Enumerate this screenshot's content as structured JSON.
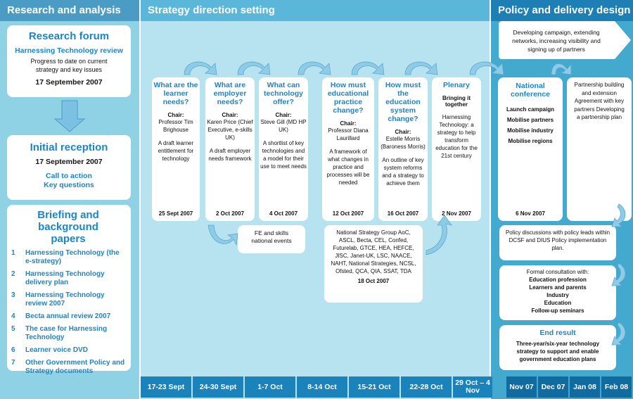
{
  "columns": {
    "research": "Research and analysis",
    "strategy": "Strategy direction setting",
    "policy": "Policy and delivery design"
  },
  "research_forum": {
    "title": "Research forum",
    "subtitle": "Harnessing Technology review",
    "text": "Progress to date on current strategy and key issues",
    "date": "17 September 2007"
  },
  "initial_reception": {
    "title": "Initial reception",
    "date": "17 September 2007",
    "line1": "Call to action",
    "line2": "Key questions"
  },
  "briefing": {
    "title": "Briefing and background papers",
    "items": [
      {
        "num": "1",
        "text": "Harnessing Technology (the e-strategy)"
      },
      {
        "num": "2",
        "text": "Harnessing Technology delivery plan"
      },
      {
        "num": "3",
        "text": "Harnessing Technology review 2007"
      },
      {
        "num": "4",
        "text": "Becta annual review 2007"
      },
      {
        "num": "5",
        "text": "The case for Harnessing Technology"
      },
      {
        "num": "6",
        "text": "Learner voice DVD"
      },
      {
        "num": "7",
        "text": "Other Government Policy and Strategy documents"
      }
    ]
  },
  "topics": [
    {
      "title": "What are the learner needs?",
      "chair_label": "Chair:",
      "chair": "Professor Tim Brighouse",
      "desc": "A draft learner entitlement for technology",
      "date": "25 Sept 2007"
    },
    {
      "title": "What are employer needs?",
      "chair_label": "Chair:",
      "chair": "Karen Price (Chief Executive, e-skills UK)",
      "desc": "A draft employer needs framework",
      "date": "2 Oct 2007"
    },
    {
      "title": "What can technology offer?",
      "chair_label": "Chair:",
      "chair": "Steve Gill (MD HP UK)",
      "desc": "A shortlist of key technologies and a model for their use to meet needs",
      "date": "4 Oct 2007"
    },
    {
      "title": "How must educational practice change?",
      "chair_label": "Chair:",
      "chair": "Professor Diana Laurillard",
      "desc": "A framework of what changes in practice and processes will be needed",
      "date": "12 Oct 2007"
    },
    {
      "title": "How must the education system change?",
      "chair_label": "Chair:",
      "chair": "Estelle Morris (Baroness Morris)",
      "desc": "An outline of key system reforms and a strategy to achieve them",
      "date": "16 Oct 2007"
    },
    {
      "title": "Plenary",
      "chair_label": "Bringing it together",
      "chair": "",
      "desc": "Harnessing Technology: a strategy to help transform education for the 21st century",
      "date": "2 Nov 2007"
    }
  ],
  "fe_skills": "FE and skills national events",
  "nsg": {
    "text": "National Strategy Group AoC, ASCL, Becta, CEL, Confed, Futurelab, GTCE, HEA, HEFCE, JISC, Janet-UK, LSC, NAACE, NAHT, National Strategies, NCSL, Ofsted, QCA, QIA, SSAT, TDA",
    "date": "18 Oct 2007"
  },
  "policy": {
    "campaign": "Developing campaign, extending networks, increasing visibility and signing up of partners",
    "national_conference": {
      "title": "National conference",
      "items": [
        "Launch campaign",
        "Mobilise partners",
        "Mobilise industry",
        "Mobilise regions"
      ],
      "date": "6 Nov 2007"
    },
    "partnership": "Partnership building and extension Agreement with key partners Developing a partnership plan",
    "discussions": "Policy discussions with policy leads within DCSF and DIUS Policy implementation plan.",
    "consultation": {
      "intro": "Formal consultation with:",
      "items": [
        "Education profession",
        "Learners and parents",
        "Industry",
        "Education",
        "Follow-up seminars"
      ]
    },
    "end_result": {
      "title": "End result",
      "text": "Three-year/six-year technology strategy to support and enable government education plans"
    }
  },
  "timeline": {
    "strategy": [
      "17-23 Sept",
      "24-30 Sept",
      "1-7 Oct",
      "8-14 Oct",
      "15-21 Oct",
      "22-28 Oct",
      "29 Oct – 4 Nov"
    ],
    "policy": [
      "Nov 07",
      "Dec 07",
      "Jan 08",
      "Feb 08"
    ]
  },
  "colors": {
    "accent": "#1a86c3",
    "arrow": "#7cc1e3"
  }
}
